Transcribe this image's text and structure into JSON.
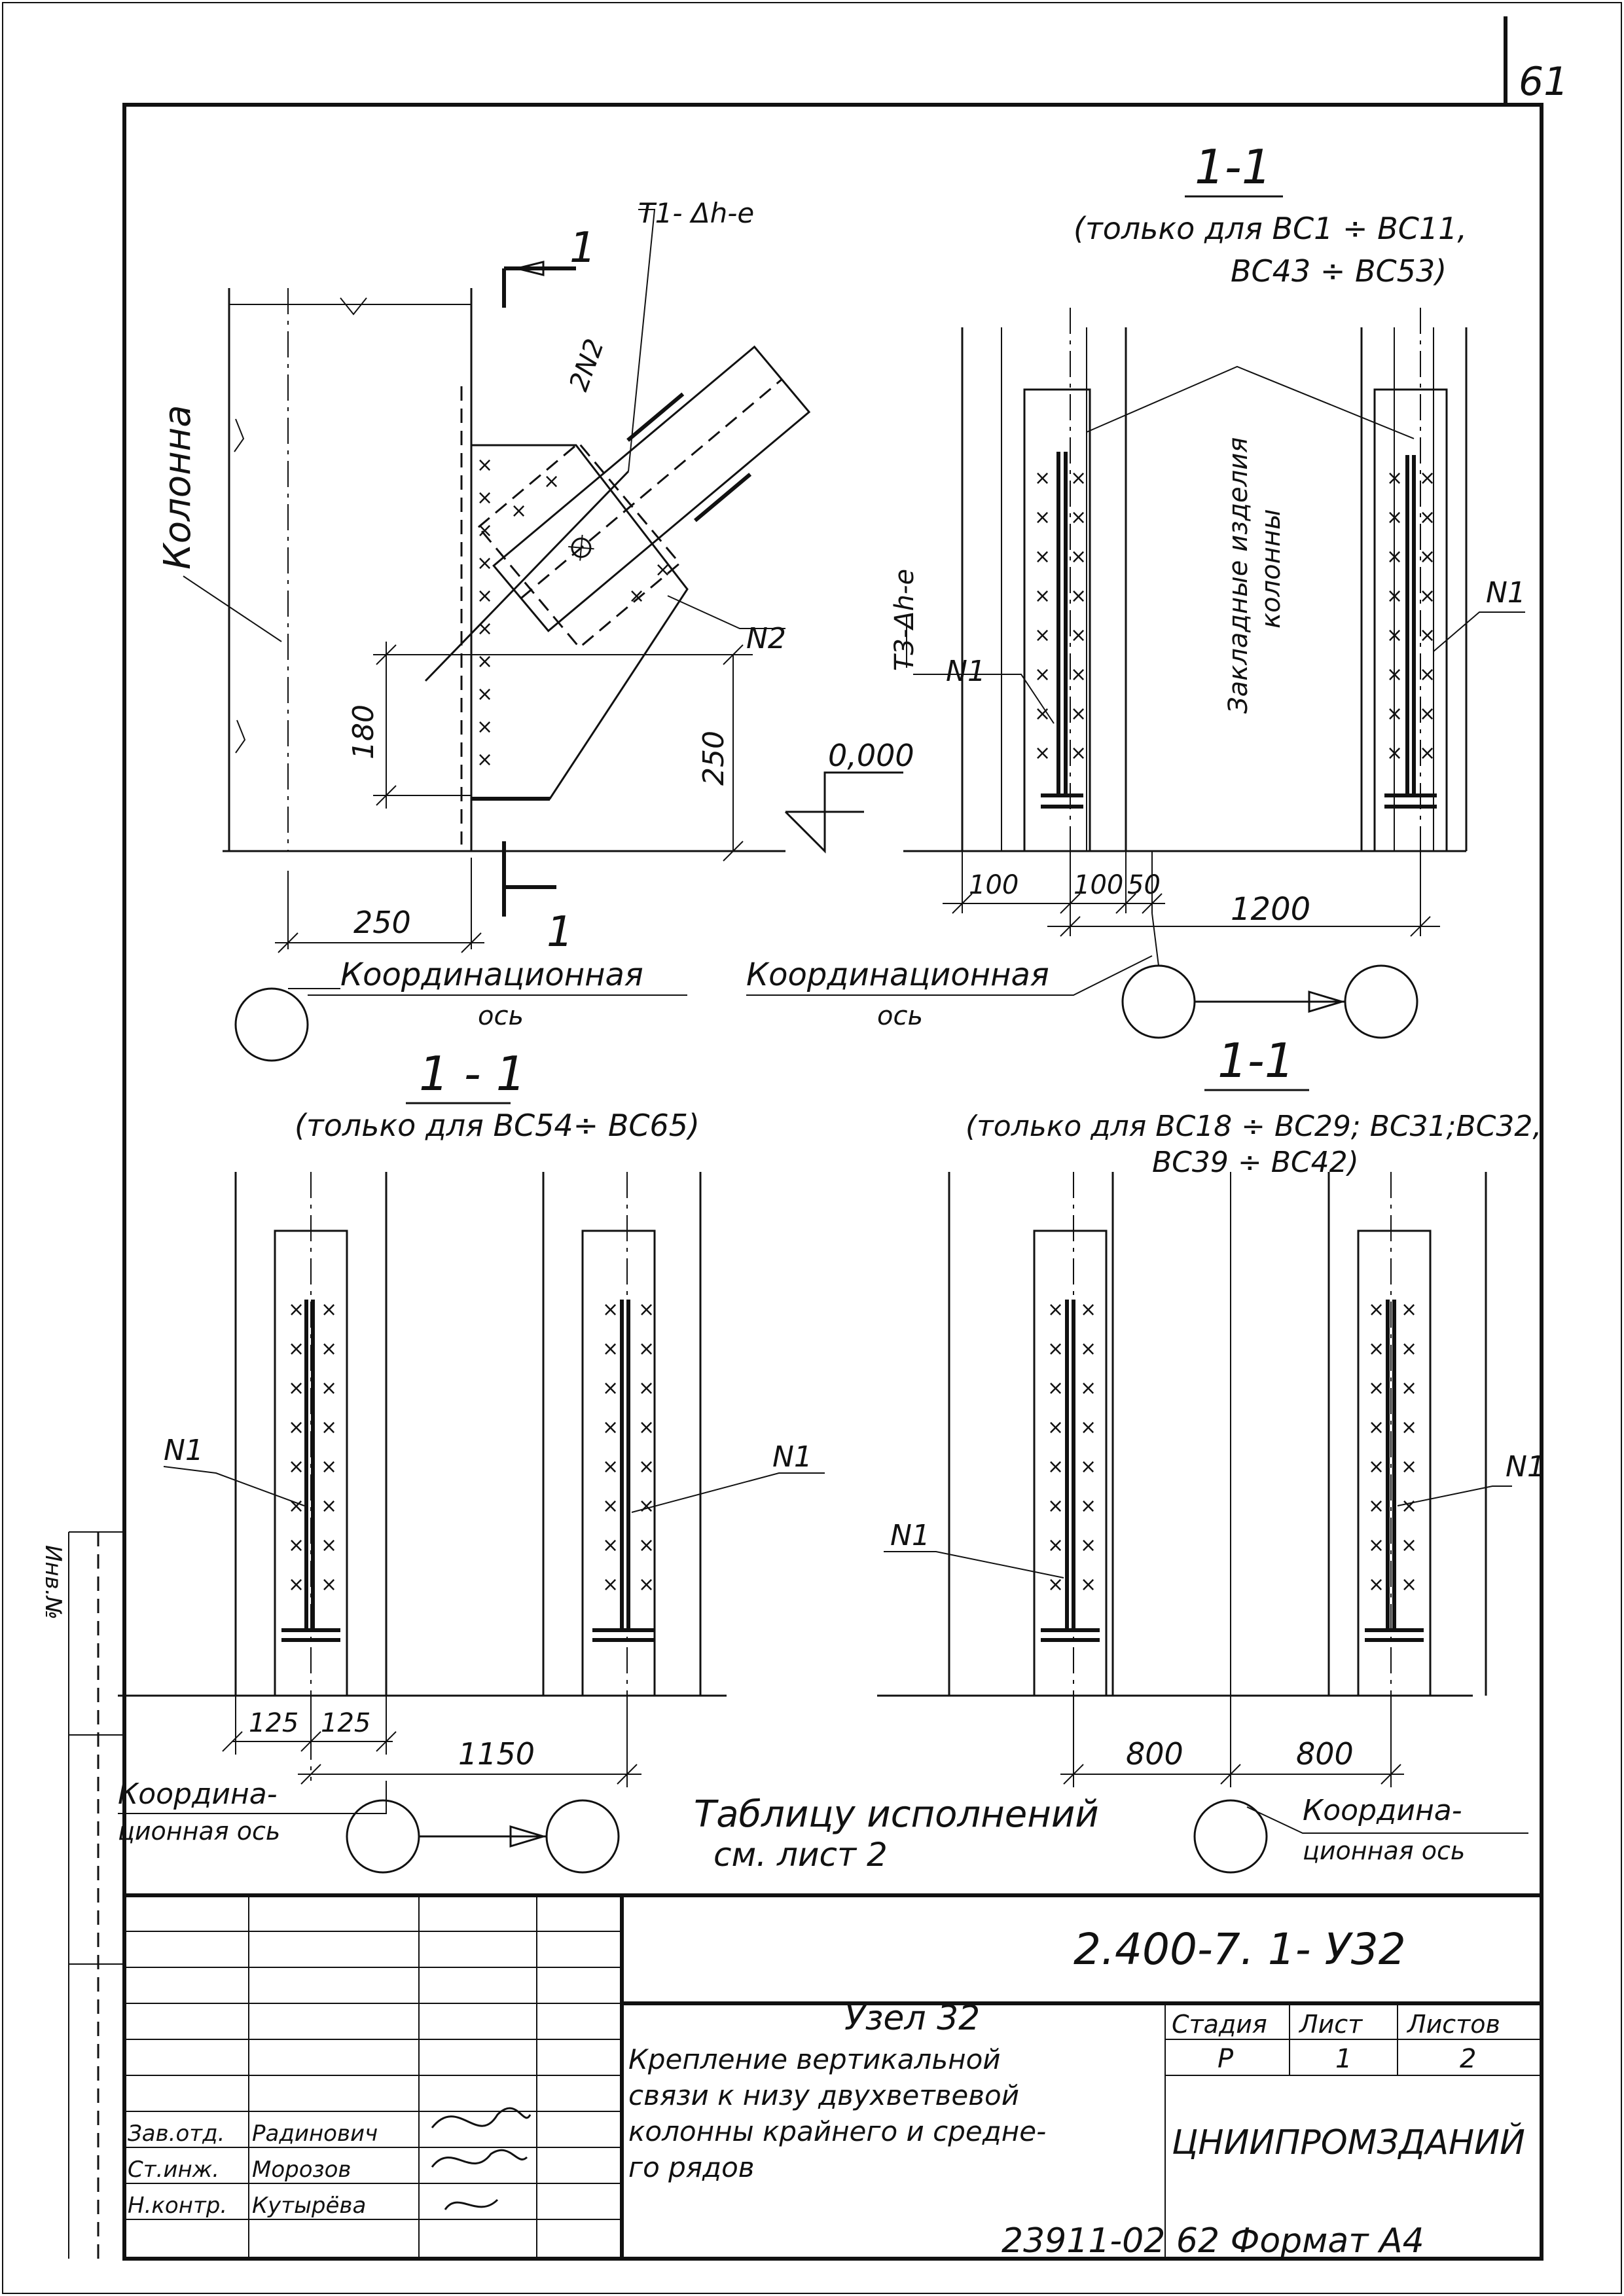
{
  "sheet": {
    "page_number": "61",
    "doc_code": "2.400-7. 1- У32",
    "footer": "23911-02  62   Формат А4"
  },
  "views": {
    "elevation": {
      "column_label": "Колонна",
      "weld_note": "Т1- Δh-e",
      "part_2n2": "2N2",
      "part_n2": "N2",
      "section_cut": "1",
      "dim_180": "180",
      "dim_250v": "250",
      "dim_250h": "250",
      "level": "0,000",
      "axis_label_1": "Координационная",
      "axis_label_2": "ось"
    },
    "section_top_right": {
      "title": "1-1",
      "note_1": "(только для ВС1 ÷ ВС11,",
      "note_2": "ВС43 ÷ ВС53)",
      "embedded_label_1": "Закладные изделия",
      "embedded_label_2": "колонны",
      "weld_note": "Т3-Δh-e",
      "part_left": "N1",
      "part_right": "N1",
      "dim_100a": "100",
      "dim_100b": "100",
      "dim_50": "50",
      "dim_1200": "1200",
      "axis_label_1": "Координационная",
      "axis_label_2": "ось"
    },
    "section_bottom_left": {
      "title": "1 - 1",
      "note": "(только  для  ВС54÷ ВС65)",
      "part_left": "N1",
      "part_right": "N1",
      "dim_125a": "125",
      "dim_125b": "125",
      "dim_1150": "1150",
      "axis_label_1": "Координа-",
      "axis_label_2": "ционная ось"
    },
    "section_bottom_right": {
      "title": "1-1",
      "note_1": "(только для ВС18 ÷ ВС29; ВС31;ВС32,",
      "note_2": "ВС39 ÷ ВС42)",
      "part_left": "N1",
      "part_right": "N1",
      "dim_800a": "800",
      "dim_800b": "800",
      "axis_label_1": "Координа-",
      "axis_label_2": "ционная ось"
    }
  },
  "table_note": {
    "line_1": "Таблицу исполнений",
    "line_2": "см. лист 2"
  },
  "title_block": {
    "node": "Узел 32",
    "description_1": "Крепление вертикальной",
    "description_2": "связи к низу двухветвевой",
    "description_3": "колонны крайнего и средне-",
    "description_4": "го рядов",
    "stage_header": "Стадия",
    "sheet_header": "Лист",
    "sheets_header": "Листов",
    "stage": "Р",
    "sheet": "1",
    "sheets": "2",
    "organization": "ЦНИИПРОМЗДАНИЙ",
    "signatures": [
      {
        "role": "Зав.отд.",
        "name": "Радинович"
      },
      {
        "role": "Ст.инж.",
        "name": "Морозов"
      },
      {
        "role": "Н.контр.",
        "name": "Кутырёва"
      }
    ]
  },
  "side_stamp": "Инв.№"
}
